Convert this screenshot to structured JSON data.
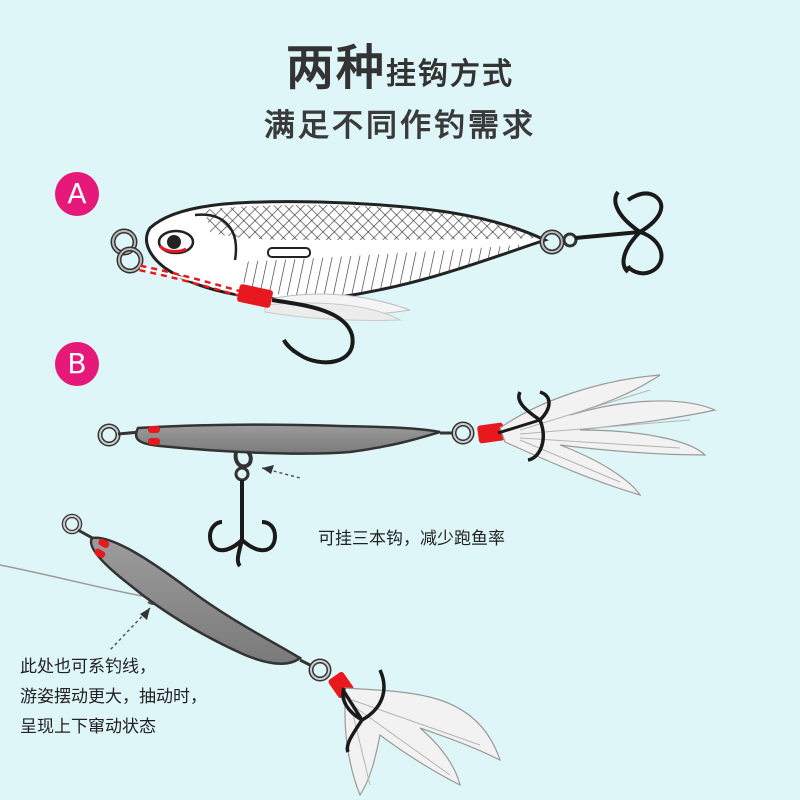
{
  "header": {
    "title_big": "两种",
    "title_small": "挂钩方式",
    "subtitle": "满足不同作钓需求"
  },
  "sections": {
    "a_label": "A",
    "b_label": "B"
  },
  "notes": {
    "treble_note": "可挂三本钩，减少跑鱼率",
    "line_note_1": "此处也可系钓线，",
    "line_note_2": "游姿摆动更大，抽动时，",
    "line_note_3": "呈现上下窜动状态"
  },
  "colors": {
    "background": "#dff6f8",
    "badge": "#e6197a",
    "accent_red": "#e8191e",
    "lure_gray": "#8a8a8a",
    "hook_black": "#1a1a1a"
  }
}
